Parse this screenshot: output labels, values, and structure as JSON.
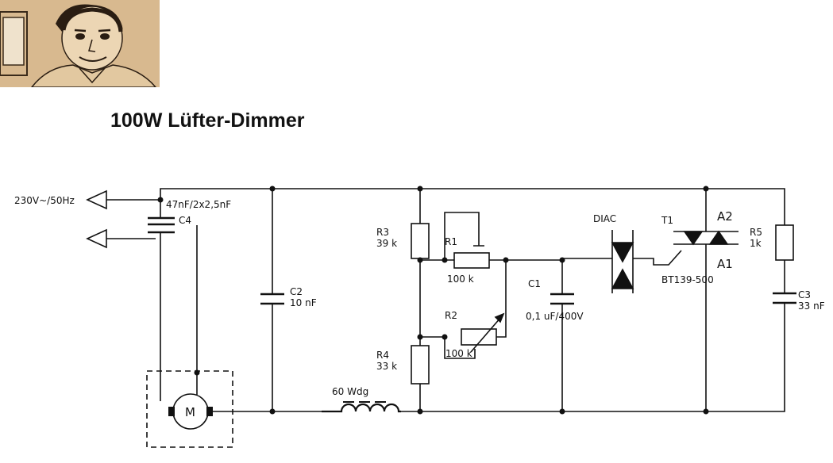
{
  "title": "100W Lüfter-Dimmer",
  "terminals": {
    "mains": "230V~/50Hz"
  },
  "components": {
    "c4": {
      "value": "47nF/2x2,5nF",
      "ref": "C4"
    },
    "c2": {
      "ref": "C2",
      "value": "10 nF"
    },
    "r3": {
      "ref": "R3",
      "value": "39 k"
    },
    "r4": {
      "ref": "R4",
      "value": "33 k"
    },
    "r1": {
      "ref": "R1",
      "value": "100 k"
    },
    "r2": {
      "ref": "R2",
      "value": "100 k"
    },
    "c1": {
      "ref": "C1",
      "value": "0,1 uF/400V"
    },
    "diac": {
      "ref": "DIAC"
    },
    "t1": {
      "ref": "T1",
      "part": "BT139-500",
      "a2": "A2",
      "a1": "A1"
    },
    "r5": {
      "ref": "R5",
      "value": "1k"
    },
    "c3": {
      "ref": "C3",
      "value": "33 nF"
    },
    "l1": {
      "value": "60 Wdg"
    },
    "motor": {
      "symbol": "M"
    }
  },
  "colors": {
    "ink": "#111111",
    "portrait_bg": "#d8b98f"
  },
  "icons": [
    "portrait-sketch",
    "terminal-arrow-icon",
    "motor-icon"
  ]
}
